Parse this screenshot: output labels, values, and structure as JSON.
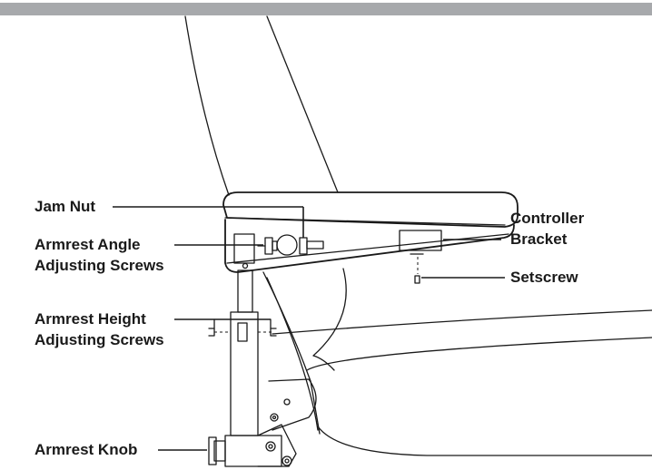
{
  "header_bar_color": "#a7a9ac",
  "labels": {
    "jam_nut": "Jam Nut",
    "armrest_angle_line1": "Armrest Angle",
    "armrest_angle_line2": "Adjusting Screws",
    "armrest_height_line1": "Armrest Height",
    "armrest_height_line2": "Adjusting Screws",
    "armrest_knob": "Armrest Knob",
    "controller_line1": "Controller",
    "controller_line2": "Bracket",
    "setscrew": "Setscrew"
  }
}
